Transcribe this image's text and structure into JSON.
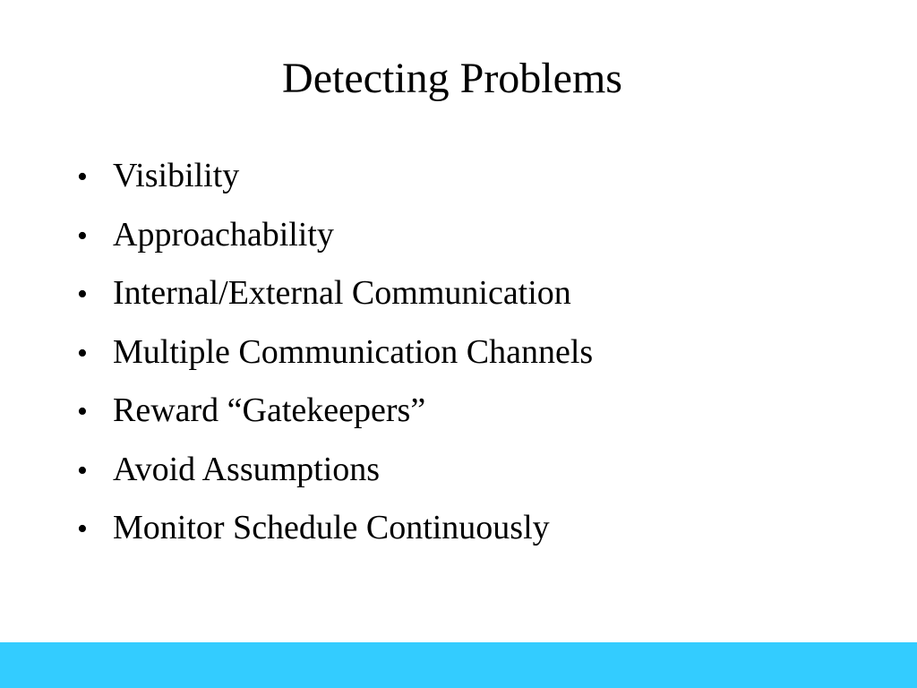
{
  "slide": {
    "title": "Detecting Problems",
    "bullet_symbol": "•",
    "bullets": [
      "Visibility",
      "Approachability",
      "Internal/External Communication",
      "Multiple Communication Channels",
      "Reward “Gatekeepers”",
      "Avoid Assumptions",
      "Monitor Schedule Continuously"
    ]
  },
  "colors": {
    "background": "#ffffff",
    "text": "#000000",
    "footer_bar": "#33ccff"
  }
}
